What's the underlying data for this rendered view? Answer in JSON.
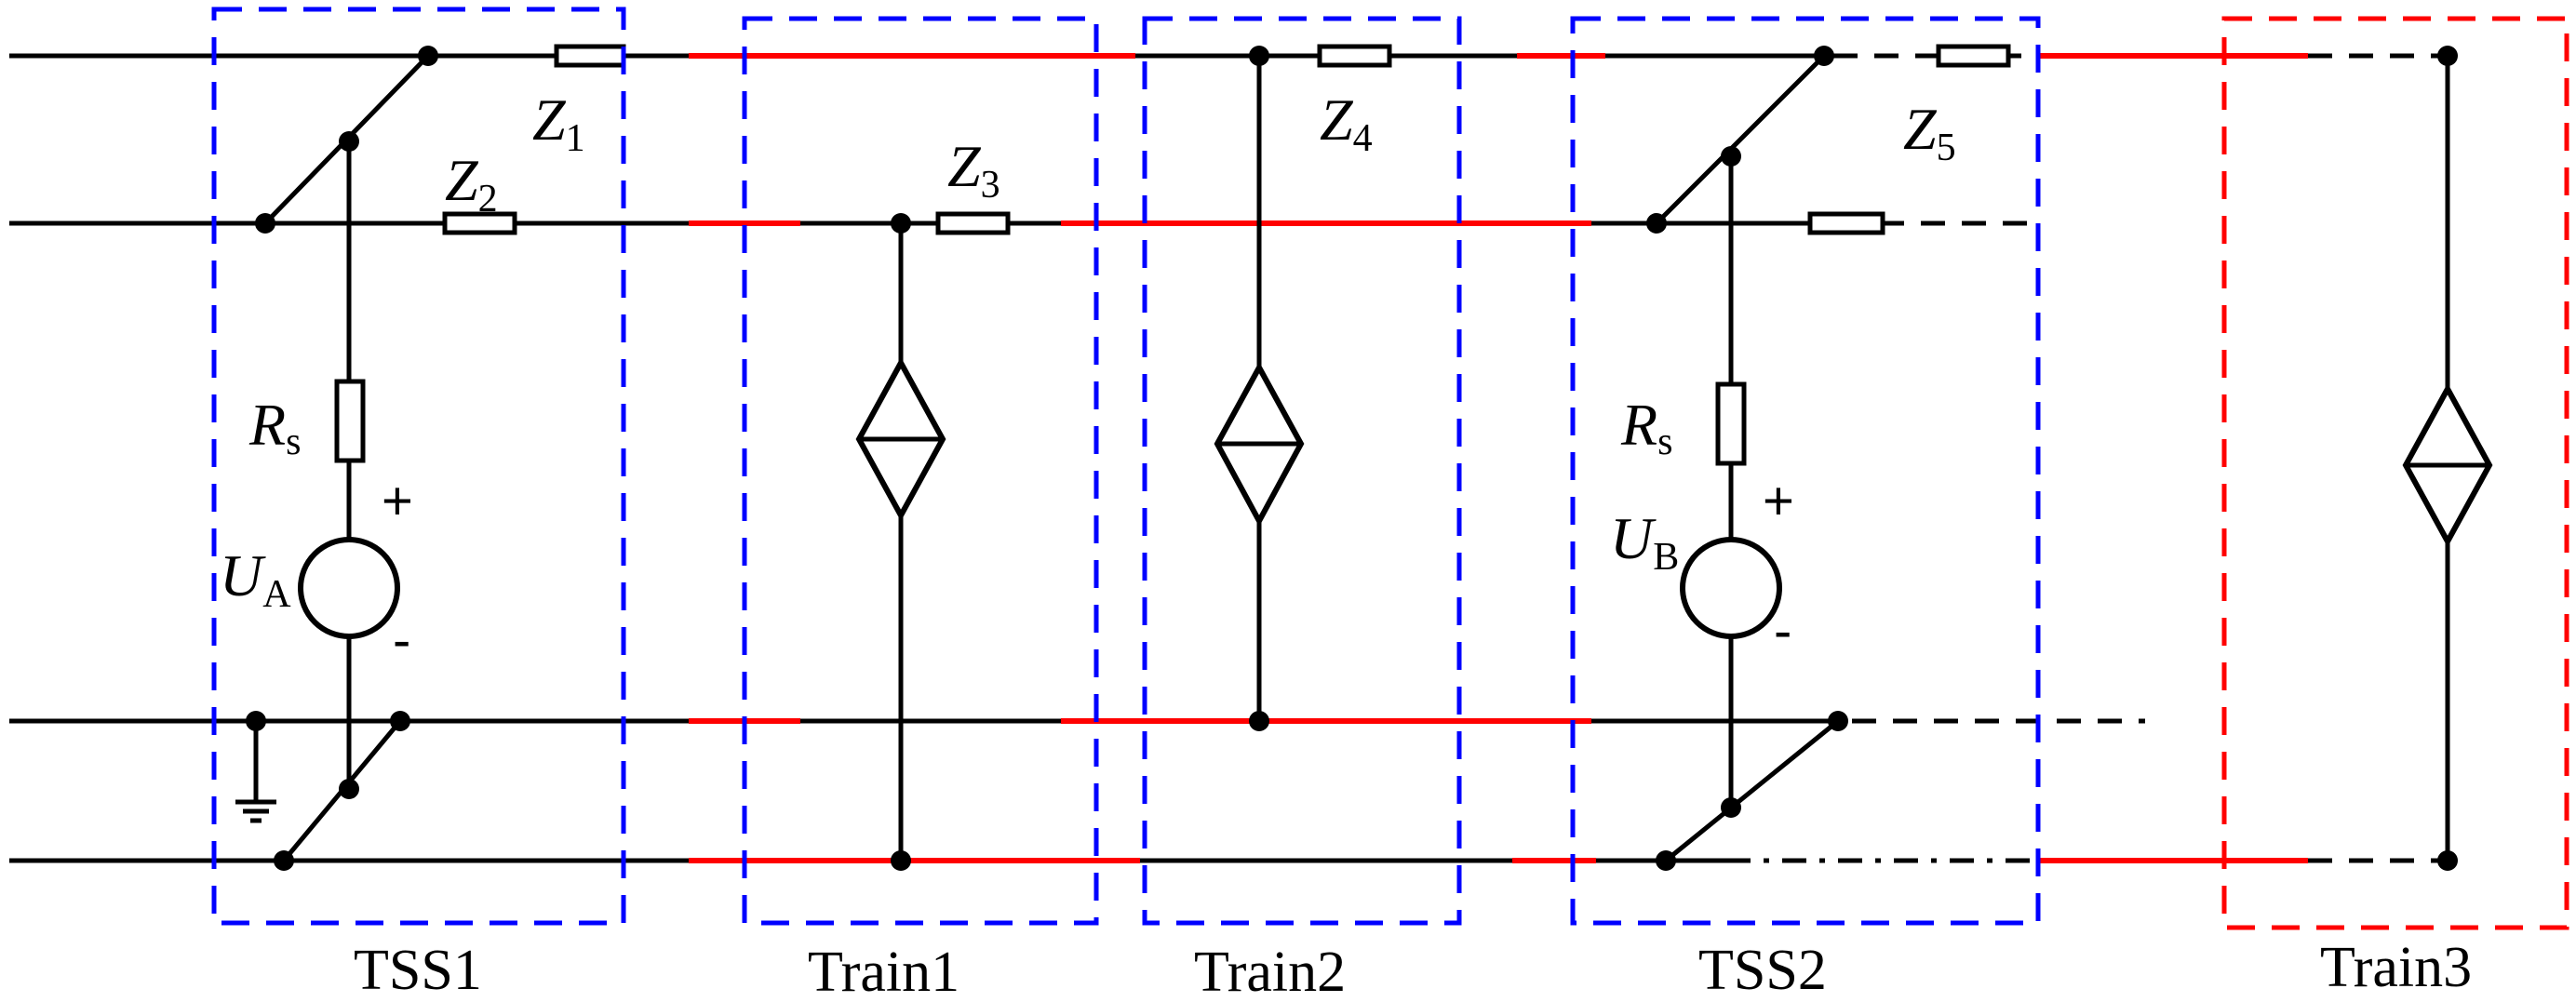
{
  "components": {
    "z1": {
      "main": "Z",
      "sub": "1"
    },
    "z2": {
      "main": "Z",
      "sub": "2"
    },
    "z3": {
      "main": "Z",
      "sub": "3"
    },
    "z4": {
      "main": "Z",
      "sub": "4"
    },
    "z5": {
      "main": "Z",
      "sub": "5"
    },
    "rs_a": {
      "main": "R",
      "sub": "s"
    },
    "rs_b": {
      "main": "R",
      "sub": "s"
    },
    "ua": {
      "main": "U",
      "sub": "A"
    },
    "ub": {
      "main": "U",
      "sub": "B"
    }
  },
  "polarity": {
    "plus": "+",
    "minus": "-"
  },
  "captions": {
    "tss1": "TSS1",
    "train1": "Train1",
    "train2": "Train2",
    "tss2": "TSS2",
    "train3": "Train3"
  },
  "colors": {
    "wire": "#000000",
    "highlight": "#ff0000",
    "tss_box": "#0000ff",
    "train_box_blue": "#0000ff",
    "train3_box": "#ff0000"
  }
}
